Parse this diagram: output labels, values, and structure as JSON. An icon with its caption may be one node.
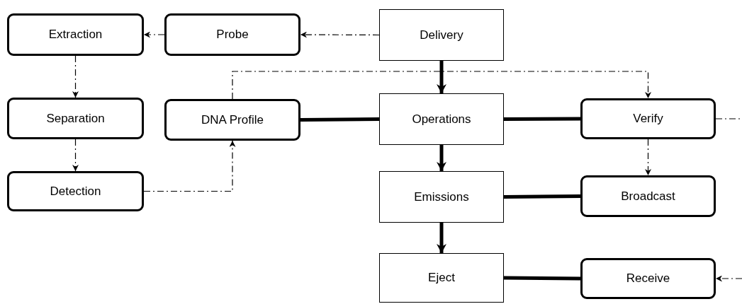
{
  "diagram": {
    "nodes": [
      {
        "text": [
          "Extraction"
        ]
      },
      {
        "text": [
          "Probe"
        ]
      },
      {
        "text": [
          "Delivery"
        ]
      },
      {
        "text": [
          "Separation"
        ]
      },
      {
        "text": [
          "DNA Profile"
        ]
      },
      {
        "text": [
          "Operations"
        ]
      },
      {
        "text": [
          "Verify"
        ]
      },
      {
        "text": [
          "Detection"
        ]
      },
      {
        "text": [
          "Emissions"
        ]
      },
      {
        "text": [
          "Broadcast"
        ]
      },
      {
        "text": [
          "Eject"
        ]
      },
      {
        "text": [
          "Receive"
        ]
      }
    ],
    "edges": [
      {
        "from": 1,
        "to": 0,
        "arrow": "to",
        "style": "dashed"
      },
      {
        "from": 2,
        "to": 1,
        "arrow": "to",
        "style": "dashed"
      },
      {
        "from": 0,
        "to": 3,
        "arrow": "to",
        "style": "dashed"
      },
      {
        "from": 3,
        "to": 7,
        "arrow": "to",
        "style": "dashed"
      },
      {
        "from": 7,
        "to": 4,
        "arrow": "to",
        "style": "dashed"
      },
      {
        "from": 4,
        "to": 6,
        "arrow": "to",
        "style": "dashed"
      },
      {
        "from": 6,
        "to": null,
        "arrow": "none",
        "style": "dashed"
      },
      {
        "from": 6,
        "to": 9,
        "arrow": "to",
        "style": "dashed"
      },
      {
        "from": null,
        "to": 11,
        "arrow": "to",
        "style": "dashed"
      },
      {
        "from": 2,
        "to": 5,
        "arrow": "to",
        "style": "thick"
      },
      {
        "from": 5,
        "to": 8,
        "arrow": "to",
        "style": "thick"
      },
      {
        "from": 8,
        "to": 10,
        "arrow": "to",
        "style": "thick"
      },
      {
        "from": 4,
        "to": 5,
        "arrow": "none",
        "style": "thick"
      },
      {
        "from": 5,
        "to": 6,
        "arrow": "none",
        "style": "thick"
      },
      {
        "from": 8,
        "to": 9,
        "arrow": "none",
        "style": "thick"
      },
      {
        "from": 10,
        "to": 11,
        "arrow": "none",
        "style": "thick"
      }
    ]
  }
}
